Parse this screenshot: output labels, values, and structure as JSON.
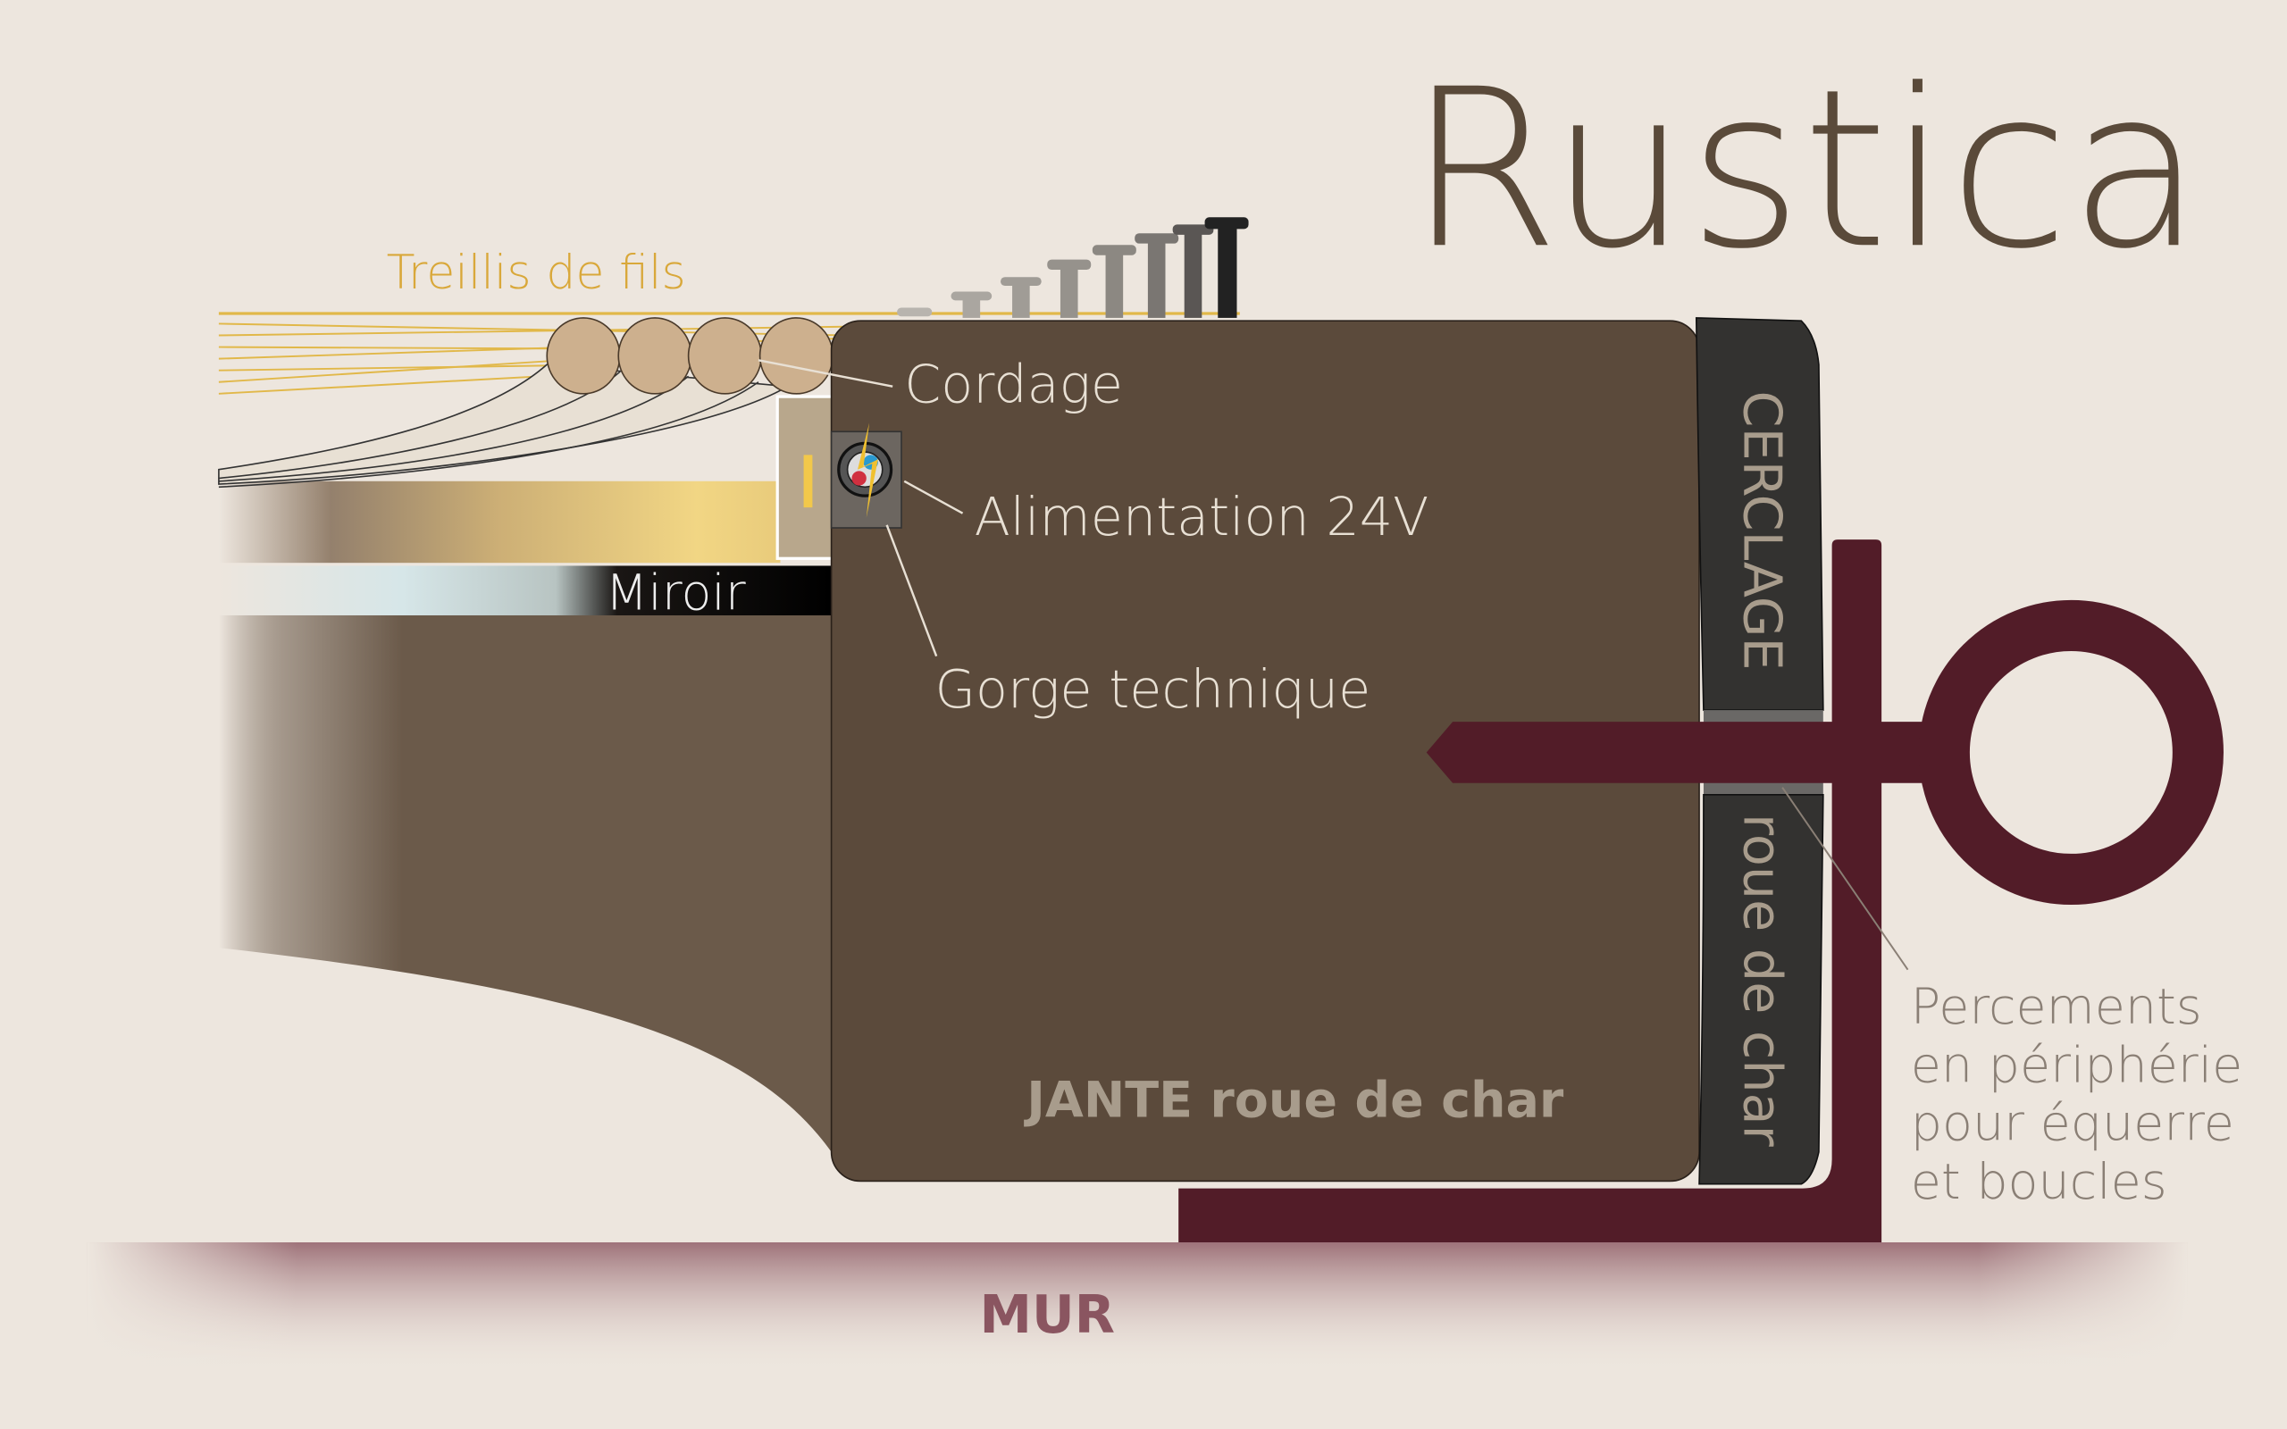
{
  "title": "Rustica",
  "labels": {
    "treillis": "Treillis de fils",
    "cordage": "Cordage",
    "alimentation": "Alimentation 24V",
    "miroir": "Miroir",
    "gorge": "Gorge technique",
    "jante_bold": "JANTE",
    "jante_rest": "roue de char",
    "cerclage": "CERCLAGE",
    "roue": "roue de char",
    "percements": [
      "Percements",
      "en périphérie",
      "pour équerre",
      "et boucles"
    ],
    "mur": "MUR"
  },
  "colors": {
    "background": "#ede6de",
    "title": "#5a4a3a",
    "jante": "#5b4a3b",
    "cerclage": "#333230",
    "bracket": "#521c28",
    "wire": "#e0b030",
    "rope": "#cdb08e"
  }
}
